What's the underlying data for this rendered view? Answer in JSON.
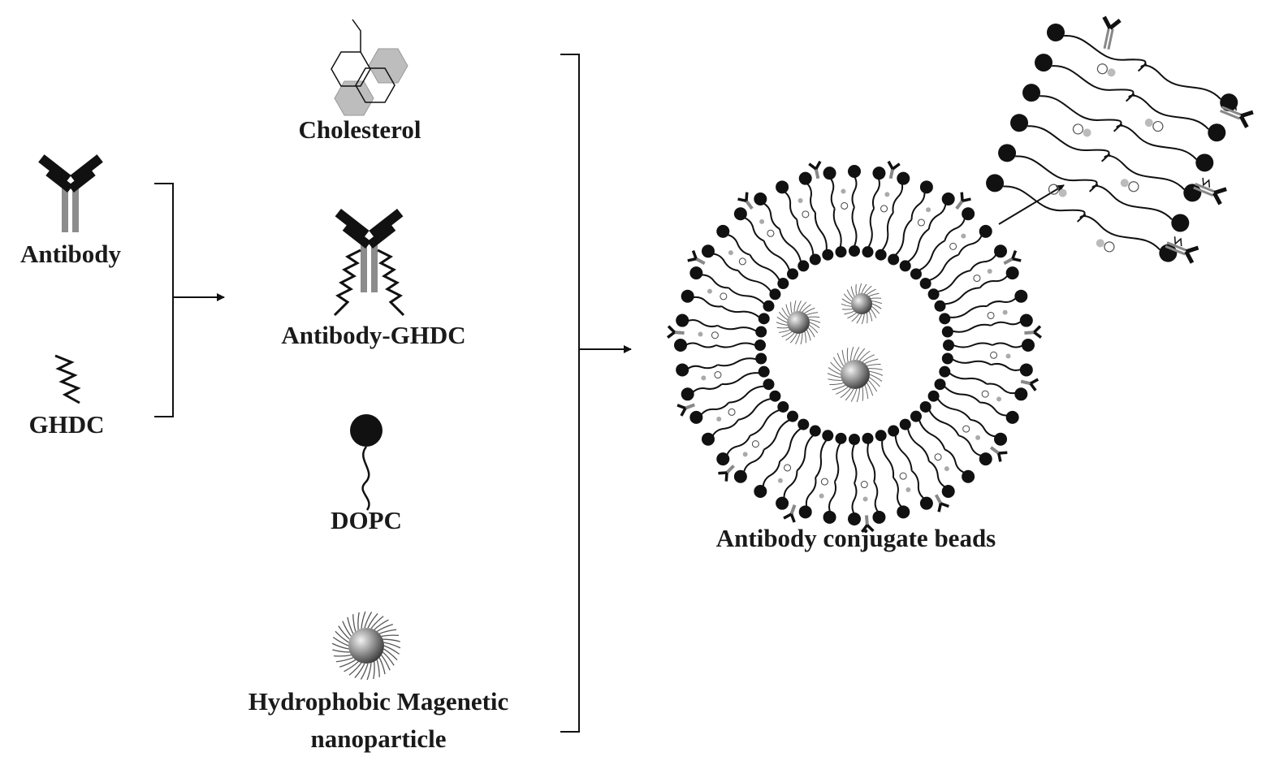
{
  "labels": {
    "antibody": "Antibody",
    "ghdc": "GHDC",
    "cholesterol": "Cholesterol",
    "antibody_ghdc": "Antibody-GHDC",
    "dopc": "DOPC",
    "nanoparticle_line1": "Hydrophobic Magenetic",
    "nanoparticle_line2": "nanoparticle",
    "beads": "Antibody conjugate beads"
  },
  "colors": {
    "ink": "#111111",
    "rod": "#8c8c8c",
    "cholesterol_fill": "#bdbdbd",
    "particle_center": "#f2f2f2",
    "particle_edge": "#3a3a3a"
  }
}
